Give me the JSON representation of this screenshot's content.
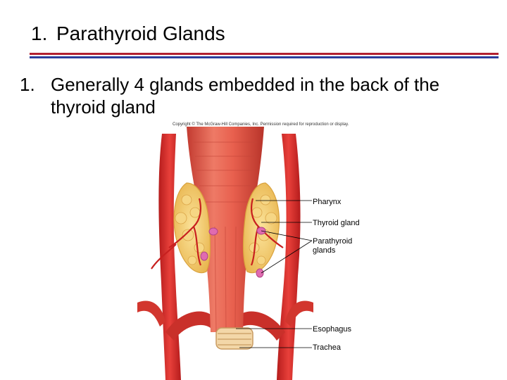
{
  "title": {
    "number": "1.",
    "text": "Parathyroid Glands"
  },
  "bullet": {
    "number": "1.",
    "text": "Generally 4 glands embedded in the back of the thyroid gland"
  },
  "figure": {
    "copyright": "Copyright © The McGraw-Hill Companies, Inc. Permission required for reproduction or display.",
    "labels": {
      "pharynx": "Pharynx",
      "thyroid": "Thyroid gland",
      "parathyroid_1": "Parathyroid",
      "parathyroid_2": "glands",
      "esophagus": "Esophagus",
      "trachea": "Trachea"
    }
  },
  "colors": {
    "title_rule_top": "#b22030",
    "title_rule_bottom": "#2c3d9c",
    "artery": "#d42a2a",
    "muscle": "#e25a4a",
    "gland": "#f2cc6e",
    "parathyroid": "#e06bb0"
  }
}
